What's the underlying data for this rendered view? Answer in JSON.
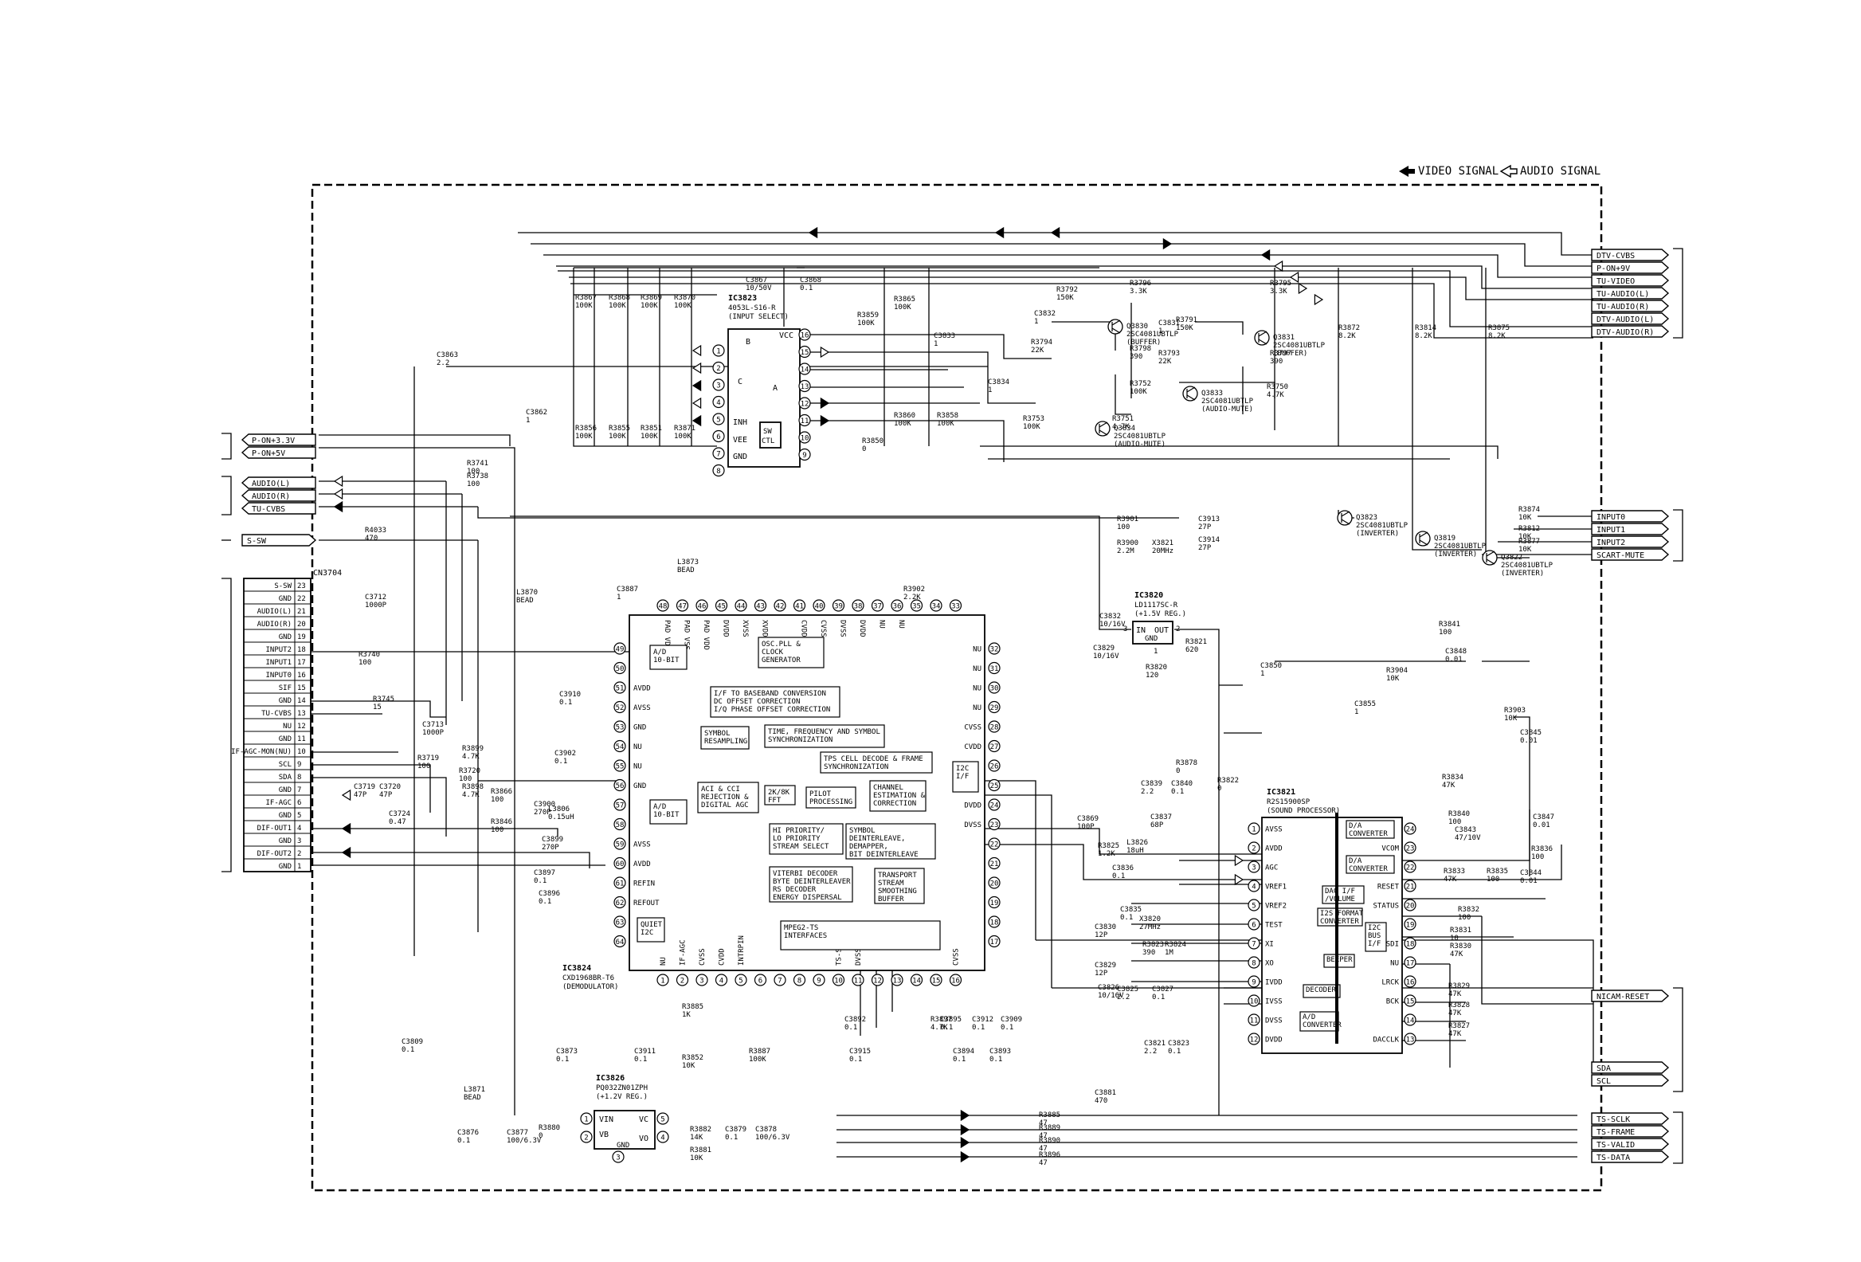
{
  "legend": {
    "video": "VIDEO SIGNAL",
    "audio": "AUDIO SIGNAL"
  },
  "left_top": [
    "P-ON+3.3V",
    "P-ON+5V"
  ],
  "left_mid": [
    "AUDIO(L)",
    "AUDIO(R)",
    "TU-CVBS"
  ],
  "left_ssw": "S-SW",
  "connector": {
    "name": "CN3704",
    "pins": [
      [
        "S-SW",
        "23"
      ],
      [
        "GND",
        "22"
      ],
      [
        "AUDIO(L)",
        "21"
      ],
      [
        "AUDIO(R)",
        "20"
      ],
      [
        "GND",
        "19"
      ],
      [
        "INPUT2",
        "18"
      ],
      [
        "INPUT1",
        "17"
      ],
      [
        "INPUT0",
        "16"
      ],
      [
        "SIF",
        "15"
      ],
      [
        "GND",
        "14"
      ],
      [
        "TU-CVBS",
        "13"
      ],
      [
        "NU",
        "12"
      ],
      [
        "GND",
        "11"
      ],
      [
        "IF-AGC-MON(NU)",
        "10"
      ],
      [
        "SCL",
        "9"
      ],
      [
        "SDA",
        "8"
      ],
      [
        "GND",
        "7"
      ],
      [
        "IF-AGC",
        "6"
      ],
      [
        "GND",
        "5"
      ],
      [
        "DIF-OUT1",
        "4"
      ],
      [
        "GND",
        "3"
      ],
      [
        "DIF-OUT2",
        "2"
      ],
      [
        "GND",
        "1"
      ]
    ]
  },
  "right_top": [
    "DTV-CVBS",
    "P-ON+9V",
    "TU-VIDEO",
    "TU-AUDIO(L)",
    "TU-AUDIO(R)",
    "DTV-AUDIO(L)",
    "DTV-AUDIO(R)"
  ],
  "right_input": [
    "INPUT0",
    "INPUT1",
    "INPUT2",
    "SCART-MUTE"
  ],
  "right_nicam": "NICAM-RESET",
  "right_bus": [
    "SDA",
    "SCL"
  ],
  "right_ts": [
    "TS-SCLK",
    "TS-FRAME",
    "TS-VALID",
    "TS-DATA"
  ],
  "ic3823": {
    "ref": "IC3823",
    "part": "4053L-S16-R",
    "desc": "(INPUT SELECT)",
    "lpins": [
      "1",
      "2",
      "3",
      "4",
      "5",
      "6",
      "7",
      "8"
    ],
    "rpins": [
      "16",
      "15",
      "14",
      "13",
      "12",
      "11",
      "10",
      "9"
    ],
    "inh": "INH",
    "vee": "VEE",
    "gnd": "GND",
    "vcc": "VCC",
    "sw": "SW",
    "ctl": "CTL",
    "a": "A",
    "b": "B",
    "c": "C"
  },
  "ic3824": {
    "ref": "IC3824",
    "part": "CXD1968BR-T6",
    "desc": "(DEMODULATOR)",
    "blocks": [
      [
        "A/D",
        "10-BIT"
      ],
      [
        "OSC.PLL &",
        "CLOCK",
        "GENERATOR"
      ],
      [
        "I/F TO BASEBAND CONVERSION",
        "DC OFFSET CORRECTION",
        "I/Q PHASE OFFSET CORRECTION"
      ],
      [
        "SYMBOL",
        "RESAMPLING"
      ],
      [
        "TIME, FREQUENCY AND SYMBOL",
        "SYNCHRONIZATION"
      ],
      [
        "TPS CELL DECODE & FRAME",
        "SYNCHRONIZATION"
      ],
      [
        "ACI & CCI",
        "REJECTION &",
        "DIGITAL AGC"
      ],
      [
        "2K/8K",
        "FFT"
      ],
      [
        "PILOT",
        "PROCESSING"
      ],
      [
        "CHANNEL",
        "ESTIMATION &",
        "CORRECTION"
      ],
      [
        "I2C",
        "I/F"
      ],
      [
        "A/D",
        "10-BIT"
      ],
      [
        "HI PRIORITY/",
        "LO PRIORITY",
        "STREAM SELECT"
      ],
      [
        "SYMBOL",
        "DEINTERLEAVE,",
        "DEMAPPER,",
        "BIT DEINTERLEAVE"
      ],
      [
        "VITERBI DECODER",
        "BYTE DEINTERLEAVER",
        "RS DECODER",
        "ENERGY DISPERSAL"
      ],
      [
        "TRANSPORT",
        "STREAM",
        "SMOOTHING",
        "BUFFER"
      ],
      [
        "QUIET",
        "I2C"
      ],
      [
        "MPEG2-TS",
        "INTERFACES"
      ]
    ],
    "top_pins": [
      "48",
      "47",
      "46",
      "45",
      "44",
      "43",
      "42",
      "41",
      "40",
      "39",
      "38",
      "37",
      "36",
      "35",
      "34",
      "33"
    ],
    "top_names": [
      "PAD VDD",
      "PAD VSS",
      "PAD VDD",
      "DVDD",
      "XVSS",
      "XVDD",
      "",
      "CVDD",
      "CVSS",
      "DVSS",
      "DVDD",
      "NU",
      "NU",
      "",
      "",
      ""
    ],
    "left_pins": [
      "49",
      "50",
      "51",
      "52",
      "53",
      "54",
      "55",
      "56",
      "57",
      "58",
      "59",
      "60",
      "61",
      "62",
      "63",
      "64"
    ],
    "left_names": [
      "",
      "",
      "AVDD",
      "AVSS",
      "GND",
      "NU",
      "NU",
      "GND",
      "",
      "",
      "AVSS",
      "AVDD",
      "REFIN",
      "REFOUT",
      "",
      ""
    ],
    "bot_pins": [
      "1",
      "2",
      "3",
      "4",
      "5",
      "6",
      "7",
      "8",
      "9",
      "10",
      "11",
      "12",
      "13",
      "14",
      "15",
      "16"
    ],
    "bot_names": [
      "NU",
      "IF-AGC",
      "CVSS",
      "CVDD",
      "INTRPIN",
      "",
      "",
      "",
      "",
      "TS-SCLK",
      "DVSS",
      "",
      "",
      "",
      "",
      "CVSS"
    ],
    "right_pins": [
      "32",
      "31",
      "30",
      "29",
      "28",
      "27",
      "26",
      "25",
      "24",
      "23",
      "22",
      "21",
      "20",
      "19",
      "18",
      "17"
    ],
    "right_names": [
      "NU",
      "NU",
      "NU",
      "NU",
      "CVSS",
      "CVDD",
      "",
      "",
      "DVDD",
      "DVSS",
      "",
      "",
      "",
      "",
      "",
      ""
    ]
  },
  "ic3820": {
    "ref": "IC3820",
    "part": "LD1117SC-R",
    "desc": "(+1.5V REG.)",
    "in": "IN",
    "out": "OUT",
    "gnd": "GND",
    "p3": "3",
    "p2": "2",
    "p1": "1"
  },
  "ic3826": {
    "ref": "IC3826",
    "part": "PQ032ZN01ZPH",
    "desc": "(+1.2V REG.)",
    "vin": "VIN",
    "vc": "VC",
    "vb": "VB",
    "vo": "VO",
    "gnd": "GND",
    "p1": "1",
    "p2": "2",
    "p3": "3",
    "p4": "4",
    "p5": "5"
  },
  "ic3821": {
    "ref": "IC3821",
    "part": "R2S15900SP",
    "desc": "(SOUND PROCESSOR)",
    "lpins": [
      [
        "1",
        "AVSS"
      ],
      [
        "2",
        "AVDD"
      ],
      [
        "3",
        "AGC"
      ],
      [
        "4",
        "VREF1"
      ],
      [
        "5",
        "VREF2"
      ],
      [
        "6",
        "TEST"
      ],
      [
        "7",
        "XI"
      ],
      [
        "8",
        "XO"
      ],
      [
        "9",
        "IVDD"
      ],
      [
        "10",
        "IVSS"
      ],
      [
        "11",
        "DVSS"
      ],
      [
        "12",
        "DVDD"
      ]
    ],
    "rpins": [
      [
        "24",
        ""
      ],
      [
        "23",
        "VCOM"
      ],
      [
        "22",
        ""
      ],
      [
        "21",
        "RESET"
      ],
      [
        "20",
        "STATUS"
      ],
      [
        "19",
        ""
      ],
      [
        "18",
        "SDI"
      ],
      [
        "17",
        "NU"
      ],
      [
        "16",
        "LRCK"
      ],
      [
        "15",
        "BCK"
      ],
      [
        "14",
        ""
      ],
      [
        "13",
        "DACCLK"
      ]
    ],
    "blocks": [
      [
        "D/A",
        "CONVERTER"
      ],
      [
        "D/A",
        "CONVERTER"
      ],
      [
        "DAC I/F",
        "/VOLUME"
      ],
      [
        "I2S FORMAT",
        "CONVERTER"
      ],
      [
        "I2C",
        "BUS",
        "I/F"
      ],
      [
        "BEEPER"
      ],
      [
        "DECODER"
      ],
      [
        "A/D",
        "CONVERTER"
      ]
    ]
  },
  "transistors": [
    [
      "Q3830",
      "2SC4081UBTLP",
      "(BUFFER)"
    ],
    [
      "Q3831",
      "2SC4081UBTLP",
      "(BUFFER)"
    ],
    [
      "Q3833",
      "2SC4081UBTLP",
      "(AUDIO-MUTE)"
    ],
    [
      "Q3834",
      "2SC4081UBTLP",
      "(AUDIO-MUTE)"
    ],
    [
      "Q3823",
      "2SC4081UBTLP",
      "(INVERTER)"
    ],
    [
      "Q3819",
      "2SC4081UBTLP",
      "(INVERTER)"
    ],
    [
      "Q3822",
      "2SC4081UBTLP",
      "(INVERTER)"
    ]
  ],
  "parts": [
    [
      "R3867",
      "100K"
    ],
    [
      "R3868",
      "100K"
    ],
    [
      "R3869",
      "100K"
    ],
    [
      "R3870",
      "100K"
    ],
    [
      "R3856",
      "100K"
    ],
    [
      "R3855",
      "100K"
    ],
    [
      "R3851",
      "100K"
    ],
    [
      "R3871",
      "100K"
    ],
    [
      "C3867",
      "10/50V"
    ],
    [
      "C3868",
      "0.1"
    ],
    [
      "R3859",
      "100K"
    ],
    [
      "R3865",
      "100K"
    ],
    [
      "R3860",
      "100K"
    ],
    [
      "R3858",
      "100K"
    ],
    [
      "R3850",
      "0"
    ],
    [
      "C3833",
      "1"
    ],
    [
      "C3834",
      "1"
    ],
    [
      "R3792",
      "150K"
    ],
    [
      "C3832",
      "1"
    ],
    [
      "R3794",
      "22K"
    ],
    [
      "R3796",
      "3.3K"
    ],
    [
      "R3798",
      "390"
    ],
    [
      "R3752",
      "100K"
    ],
    [
      "R3753",
      "100K"
    ],
    [
      "C3831",
      "1"
    ],
    [
      "R3791",
      "150K"
    ],
    [
      "R3793",
      "22K"
    ],
    [
      "R3795",
      "3.3K"
    ],
    [
      "R3797",
      "390"
    ],
    [
      "R3750",
      "4.7K"
    ],
    [
      "R3751",
      "4.7K"
    ],
    [
      "R3872",
      "8.2K"
    ],
    [
      "R3814",
      "8.2K"
    ],
    [
      "R3875",
      "8.2K"
    ],
    [
      "C3863",
      "2.2"
    ],
    [
      "C3862",
      "1"
    ],
    [
      "R3741",
      "100"
    ],
    [
      "R3738",
      "100"
    ],
    [
      "R4033",
      "470"
    ],
    [
      "C3712",
      "1000P"
    ],
    [
      "R3740",
      "100"
    ],
    [
      "R3745",
      "15"
    ],
    [
      "C3713",
      "1000P"
    ],
    [
      "R3899",
      "4.7K"
    ],
    [
      "R3719",
      "100"
    ],
    [
      "R3898",
      "4.7K"
    ],
    [
      "R3720",
      "100"
    ],
    [
      "C3719",
      "47P"
    ],
    [
      "C3720",
      "47P"
    ],
    [
      "C3724",
      "0.47"
    ],
    [
      "R3866",
      "100"
    ],
    [
      "R3846",
      "100"
    ],
    [
      "L3873",
      "BEAD"
    ],
    [
      "C3887",
      "1"
    ],
    [
      "L3870",
      "BEAD"
    ],
    [
      "R3902",
      "2.2K"
    ],
    [
      "R3901",
      "100"
    ],
    [
      "R3900",
      "2.2M"
    ],
    [
      "X3821",
      "20MHz"
    ],
    [
      "C3913",
      "27P"
    ],
    [
      "C3914",
      "27P"
    ],
    [
      "C3910",
      "0.1"
    ],
    [
      "C3902",
      "0.1"
    ],
    [
      "C3900",
      "270P"
    ],
    [
      "L3806",
      "0.15uH"
    ],
    [
      "C3899",
      "270P"
    ],
    [
      "C3897",
      "0.1"
    ],
    [
      "C3896",
      "0.1"
    ],
    [
      "R3885",
      "1K"
    ],
    [
      "C3873",
      "0.1"
    ],
    [
      "C3911",
      "0.1"
    ],
    [
      "R3852",
      "10K"
    ],
    [
      "R3887",
      "100K"
    ],
    [
      "C3892",
      "0.1"
    ],
    [
      "C3915",
      "0.1"
    ],
    [
      "R3897",
      "4.7K"
    ],
    [
      "C3895",
      "0.1"
    ],
    [
      "C3912",
      "0.1"
    ],
    [
      "C3909",
      "0.1"
    ],
    [
      "C3894",
      "0.1"
    ],
    [
      "C3893",
      "0.1"
    ],
    [
      "C3809",
      "0.1"
    ],
    [
      "L3871",
      "BEAD"
    ],
    [
      "C3876",
      "0.1"
    ],
    [
      "C3877",
      "100/6.3V"
    ],
    [
      "R3880",
      "0"
    ],
    [
      "R3882",
      "14K"
    ],
    [
      "R3881",
      "10K"
    ],
    [
      "C3879",
      "0.1"
    ],
    [
      "C3878",
      "100/6.3V"
    ],
    [
      "C3829",
      "10/16V"
    ],
    [
      "R3821",
      "620"
    ],
    [
      "R3820",
      "120"
    ],
    [
      "C3832",
      "10/16V"
    ],
    [
      "R3878",
      "0"
    ],
    [
      "R3822",
      "0"
    ],
    [
      "C3839",
      "2.2"
    ],
    [
      "C3840",
      "0.1"
    ],
    [
      "C3869",
      "100P"
    ],
    [
      "C3837",
      "68P"
    ],
    [
      "R3825",
      "1.2K"
    ],
    [
      "L3826",
      "18uH"
    ],
    [
      "C3836",
      "0.1"
    ],
    [
      "C3835",
      "0.1"
    ],
    [
      "C3830",
      "12P"
    ],
    [
      "X3820",
      "27MHz"
    ],
    [
      "R3823",
      "390"
    ],
    [
      "R3824",
      "1M"
    ],
    [
      "C3829",
      "12P"
    ],
    [
      "C3826",
      "10/16V"
    ],
    [
      "C3825",
      "2.2"
    ],
    [
      "C3827",
      "0.1"
    ],
    [
      "C3821",
      "2.2"
    ],
    [
      "C3823",
      "0.1"
    ],
    [
      "R3874",
      "10K"
    ],
    [
      "R3812",
      "10K"
    ],
    [
      "R3877",
      "10K"
    ],
    [
      "R3841",
      "100"
    ],
    [
      "C3848",
      "0.01"
    ],
    [
      "C3850",
      "1"
    ],
    [
      "R3904",
      "10K"
    ],
    [
      "C3855",
      "1"
    ],
    [
      "R3903",
      "10K"
    ],
    [
      "C3845",
      "0.01"
    ],
    [
      "R3834",
      "47K"
    ],
    [
      "R3840",
      "100"
    ],
    [
      "C3843",
      "47/10V"
    ],
    [
      "C3847",
      "0.01"
    ],
    [
      "R3836",
      "100"
    ],
    [
      "R3833",
      "47K"
    ],
    [
      "R3835",
      "100"
    ],
    [
      "C3844",
      "0.01"
    ],
    [
      "R3832",
      "100"
    ],
    [
      "R3831",
      "10"
    ],
    [
      "R3830",
      "47K"
    ],
    [
      "R3829",
      "47K"
    ],
    [
      "R3828",
      "47K"
    ],
    [
      "R3827",
      "47K"
    ],
    [
      "C3881",
      "470"
    ],
    [
      "R3885",
      "47"
    ],
    [
      "R3889",
      "47"
    ],
    [
      "R3890",
      "47"
    ],
    [
      "R3896",
      "47"
    ]
  ]
}
